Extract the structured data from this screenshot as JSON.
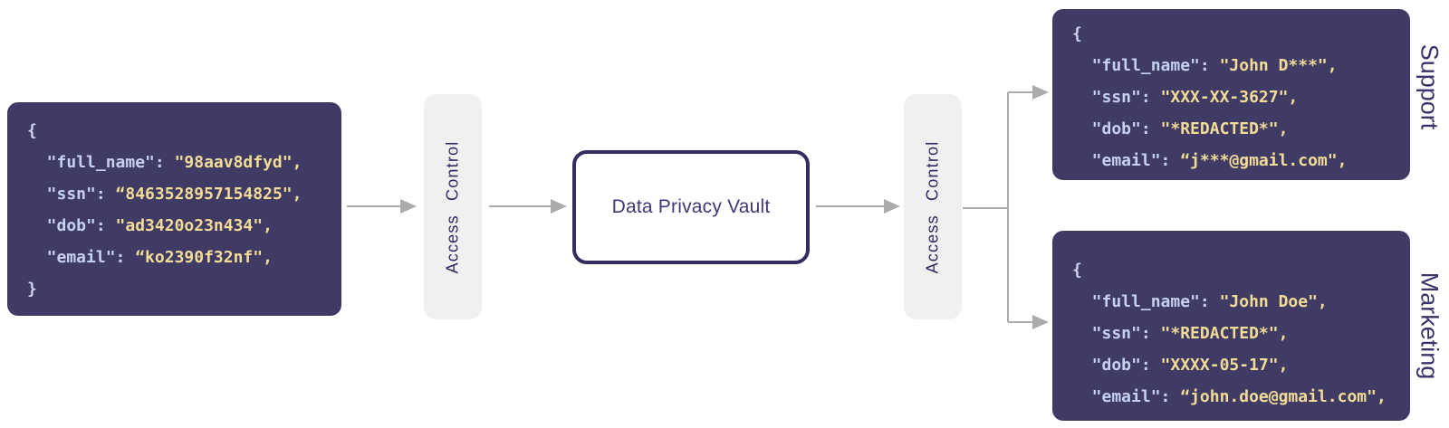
{
  "colors": {
    "code_block_bg": "#3F3B65",
    "json_key": "#C6D0F0",
    "json_value": "#F3DC96",
    "access_control_bg": "#F0F0F1",
    "navy_text": "#2F2B62",
    "vault_border": "#322C5F",
    "arrow_gray": "#ABABAB",
    "page_bg": "#FFFFFF"
  },
  "vault": {
    "label": "Data Privacy Vault"
  },
  "access_control": {
    "label": "Access Control"
  },
  "blocks": {
    "input": {
      "open_brace": "{",
      "close_brace": "}",
      "fields": [
        {
          "key": "  \"full_name\": ",
          "value": "\"98aav8dfyd\","
        },
        {
          "key": "  \"ssn\": ",
          "value": "“8463528957154825\","
        },
        {
          "key": "  \"dob\": ",
          "value": "\"ad3420o23n434\","
        },
        {
          "key": "  \"email\": ",
          "value": "“ko2390f32nf\","
        }
      ]
    },
    "support": {
      "label": "Support",
      "open_brace": "{",
      "fields": [
        {
          "key": "  \"full_name\": ",
          "value": "\"John D***\","
        },
        {
          "key": "  \"ssn\": ",
          "value": "\"XXX-XX-3627\","
        },
        {
          "key": "  \"dob\": ",
          "value": "\"*REDACTED*\","
        },
        {
          "key": "  \"email\": ",
          "value": "“j***@gmail.com\","
        }
      ]
    },
    "marketing": {
      "label": "Marketing",
      "open_brace": "{",
      "fields": [
        {
          "key": "  \"full_name\": ",
          "value": "\"John Doe\","
        },
        {
          "key": "  \"ssn\": ",
          "value": "\"*REDACTED*\","
        },
        {
          "key": "  \"dob\": ",
          "value": "\"XXXX-05-17\","
        },
        {
          "key": "  \"email\": ",
          "value": "“john.doe@gmail.com\","
        }
      ]
    }
  }
}
